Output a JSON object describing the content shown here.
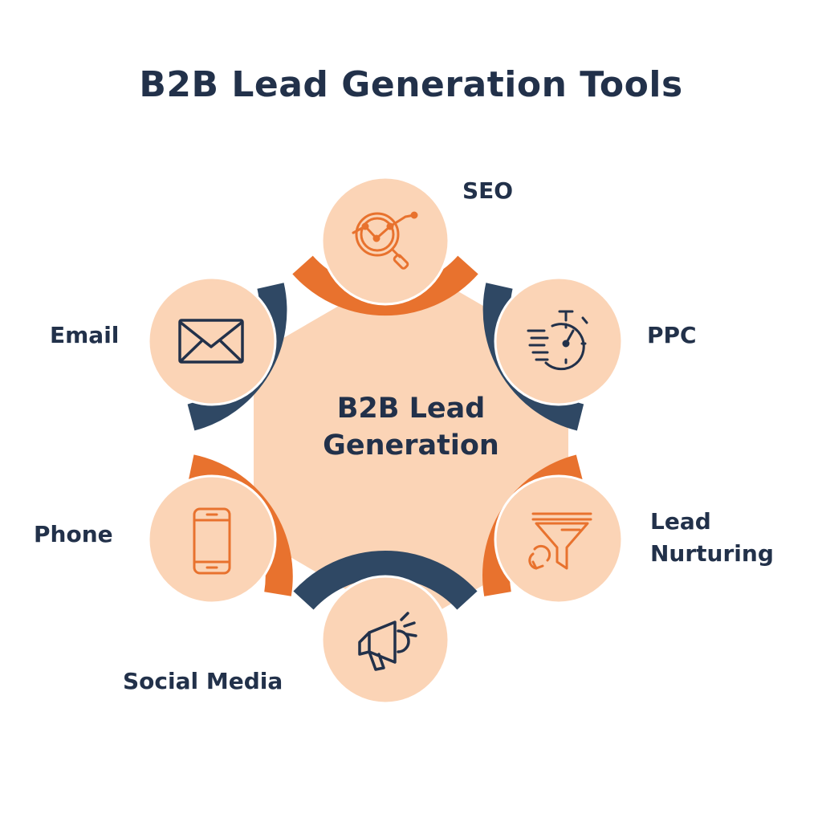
{
  "title": "B2B Lead Generation Tools",
  "center": {
    "line1": "B2B Lead",
    "line2": "Generation"
  },
  "nodes": [
    {
      "label": "SEO",
      "icon": "seo-magnifier-chart-icon",
      "arc_color": "#e8722e"
    },
    {
      "label": "PPC",
      "icon": "stopwatch-icon",
      "arc_color": "#2f4864"
    },
    {
      "label_lines": [
        "Lead",
        "Nurturing"
      ],
      "icon": "funnel-icon",
      "arc_color": "#e8722e"
    },
    {
      "label": "Social Media",
      "icon": "megaphone-icon",
      "arc_color": "#2f4864"
    },
    {
      "label": "Phone",
      "icon": "smartphone-icon",
      "arc_color": "#e8722e"
    },
    {
      "label": "Email",
      "icon": "envelope-icon",
      "arc_color": "#2f4864"
    }
  ],
  "colors": {
    "fill": "#fbd4b6",
    "orange": "#e8722e",
    "navy": "#2f4864",
    "text": "#22314a"
  }
}
